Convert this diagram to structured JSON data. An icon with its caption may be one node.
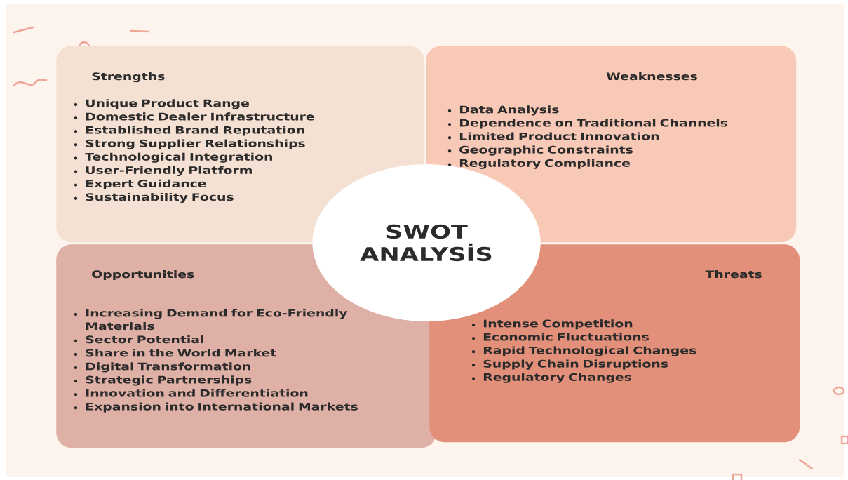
{
  "diagram": {
    "nodes": [
      {
        "text": [
          "Strengths",
          "Unique Product Range",
          "Domestic Dealer Infrastructure",
          "Established Brand Reputation",
          "Strong Supplier Relationships",
          "Technological Integration",
          "User-Friendly Platform",
          "Expert Guidance",
          "Sustainability Focus"
        ]
      },
      {
        "text": [
          "Weaknesses",
          "Data Analysis",
          "Dependence on Traditional Channels",
          "Limited Product Innovation",
          "Geographic Constraints",
          "Regulatory Compliance"
        ]
      },
      {
        "text": [
          "Opportunities",
          "Increasing Demand for Eco-Friendly Materials",
          "Sector Potential",
          "Share in the World Market",
          "Digital Transformation",
          "Strategic Partnerships",
          "Innovation and Differentiation",
          "Expansion into International Markets"
        ]
      },
      {
        "text": [
          "Threats",
          "Intense Competition",
          "Economic Fluctuations",
          "Rapid Technological Changes",
          "Supply Chain Disruptions",
          "Regulatory Changes"
        ]
      },
      {
        "text": [
          "SWOT ANALYSİS"
        ]
      }
    ]
  }
}
